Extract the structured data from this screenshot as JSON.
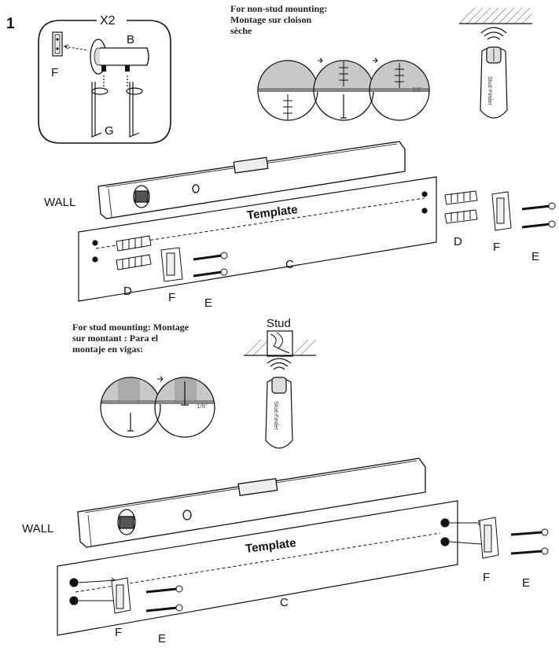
{
  "step_number": "1",
  "kit": {
    "quantity": "X2",
    "parts": {
      "bracket": "F",
      "bolt": "B",
      "hex_key": "G"
    }
  },
  "non_stud": {
    "heading_lines": [
      "For non-stud mounting:",
      "Montage sur cloison",
      "sèche"
    ],
    "drill_size": "3/8\"",
    "stud_finder_label": "Stud-Finder"
  },
  "stud": {
    "heading_lines": [
      "For stud mounting: Montage",
      "sur montant : Para el",
      "montaje en vigas:"
    ],
    "stud_label": "Stud",
    "drill_size": "1/8\"",
    "stud_finder_label": "Stud-Finder"
  },
  "diagram_top": {
    "wall_label": "WALL",
    "template_label": "Template",
    "parts": {
      "anchor": "D",
      "bracket": "F",
      "screw": "E",
      "line": "C"
    }
  },
  "diagram_bottom": {
    "wall_label": "WALL",
    "template_label": "Template",
    "parts": {
      "bracket": "F",
      "screw": "E",
      "line": "C"
    }
  }
}
